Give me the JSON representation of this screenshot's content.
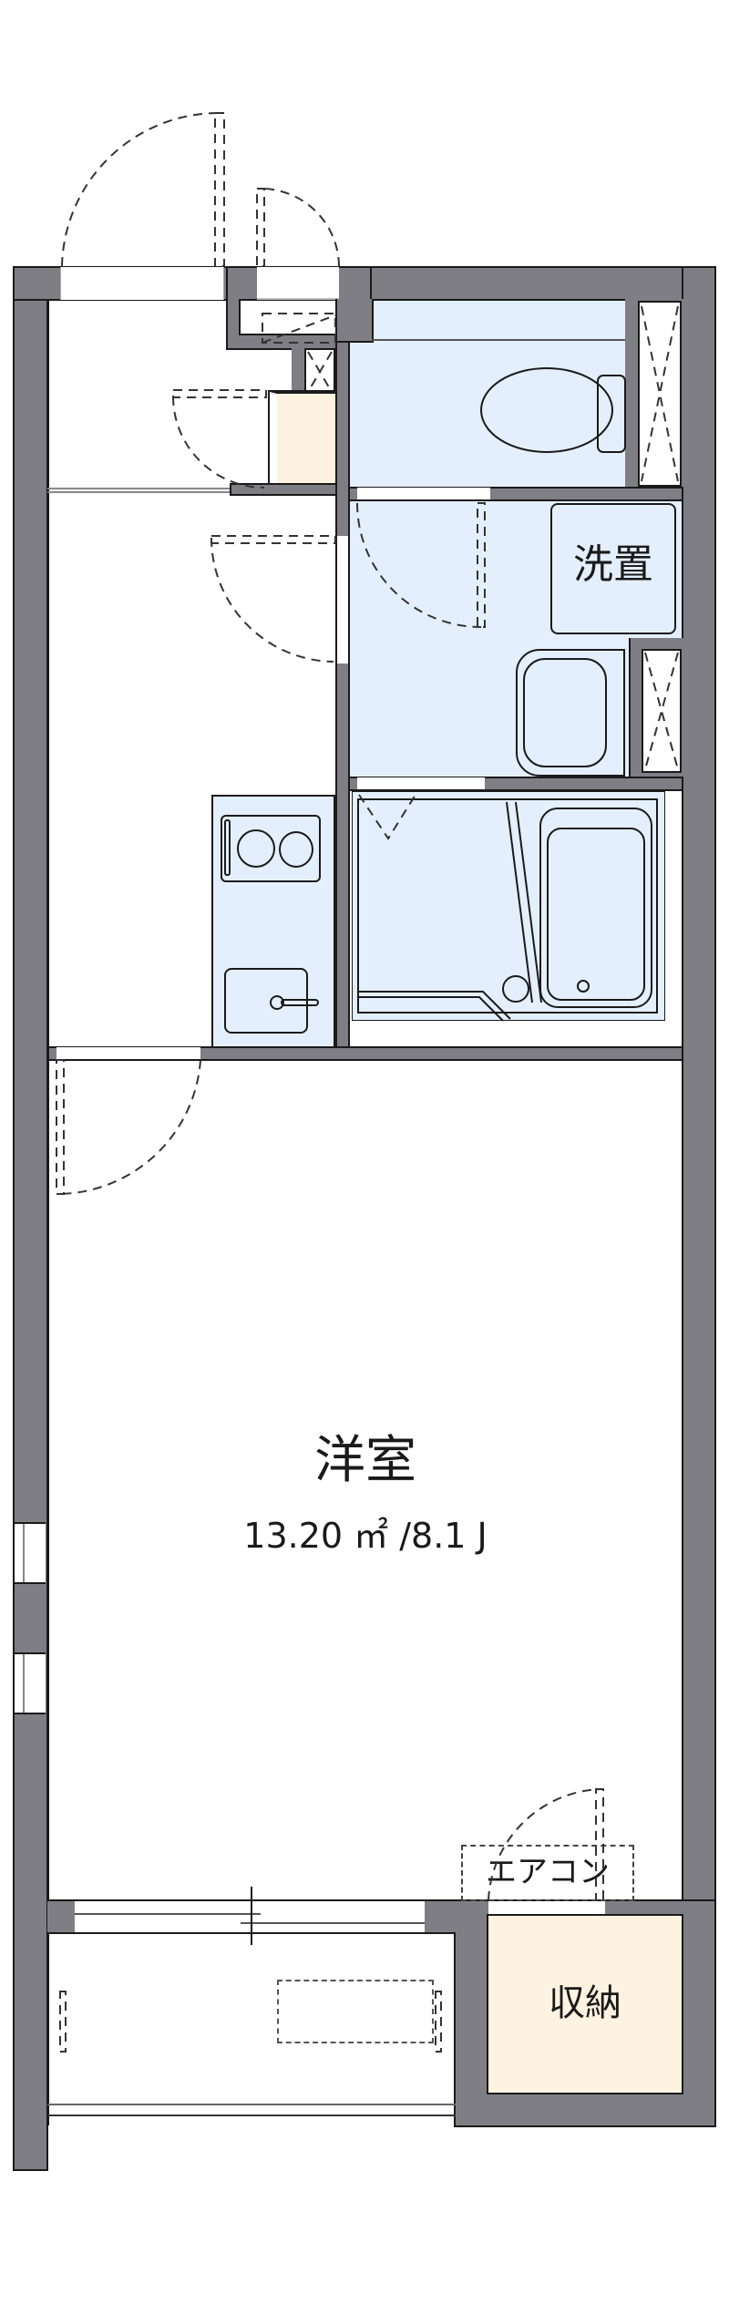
{
  "floor_plan": {
    "rooms": {
      "western_room": {
        "name": "洋室",
        "area": "13.20 ㎡ /8.1 J"
      },
      "washroom": {
        "washer_label": "洗置"
      },
      "storage": {
        "name": "収納"
      },
      "air_conditioner": {
        "label": "エアコン"
      }
    },
    "colors": {
      "wall": "#7f7e84",
      "wet_area": "#e4effd",
      "storage": "#fef3e0",
      "line": "#1a1a1a"
    }
  }
}
